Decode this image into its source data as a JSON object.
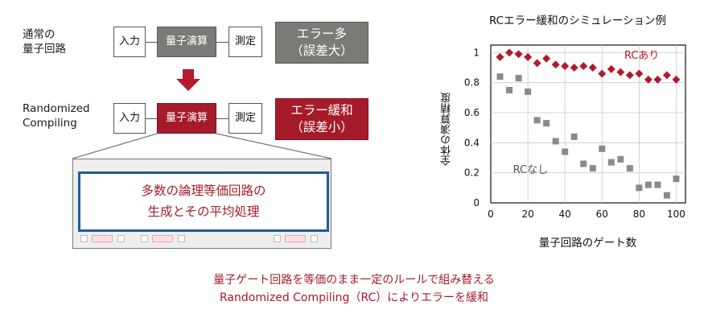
{
  "rows": {
    "normal_label": [
      "通常の",
      "量子回路"
    ],
    "randomized_label": [
      "Randomized",
      "Compiling"
    ]
  },
  "boxes": {
    "input": "入力",
    "compute": "量子演算",
    "measure": "測定",
    "error_many": [
      "エラー多",
      "（誤差大）"
    ],
    "error_mitigated": [
      "エラー緩和",
      "（誤差小）"
    ]
  },
  "zoom_text": [
    "多数の論理等価回路の",
    "生成とその平均処理"
  ],
  "caption": [
    "量子ゲート回路を等価のまま一定のルールで組み替える",
    "Randomized Compiling（RC）によりエラーを緩和"
  ],
  "colors": {
    "red": "#a51b2a",
    "gray": "#7a7a77",
    "blue": "#1f5c9b"
  },
  "chart_data": {
    "type": "scatter",
    "title": "RCエラー緩和のシミュレーション例",
    "xlabel": "量子回路のゲート数",
    "ylabel": "全体の演算精度",
    "xlim": [
      0,
      105
    ],
    "ylim": [
      0,
      1.05
    ],
    "xticks": [
      0,
      20,
      40,
      60,
      80,
      100
    ],
    "yticks": [
      0,
      0.2,
      0.4,
      0.6,
      0.8,
      1
    ],
    "grid": true,
    "series": [
      {
        "name": "RCあり",
        "marker": "diamond",
        "color": "#b5192b",
        "x": [
          5,
          10,
          15,
          20,
          25,
          30,
          35,
          40,
          45,
          50,
          55,
          60,
          65,
          70,
          75,
          80,
          85,
          90,
          95,
          100
        ],
        "y": [
          0.97,
          1.0,
          0.99,
          0.97,
          0.93,
          0.96,
          0.92,
          0.91,
          0.9,
          0.91,
          0.9,
          0.86,
          0.89,
          0.87,
          0.85,
          0.86,
          0.82,
          0.82,
          0.85,
          0.82
        ]
      },
      {
        "name": "RCなし",
        "marker": "square",
        "color": "#8a8a86",
        "x": [
          5,
          10,
          15,
          20,
          25,
          30,
          35,
          40,
          45,
          50,
          55,
          60,
          65,
          70,
          75,
          80,
          85,
          90,
          95,
          100
        ],
        "y": [
          0.84,
          0.75,
          0.83,
          0.74,
          0.55,
          0.53,
          0.41,
          0.34,
          0.44,
          0.26,
          0.23,
          0.36,
          0.27,
          0.29,
          0.23,
          0.1,
          0.12,
          0.12,
          0.05,
          0.16
        ]
      }
    ]
  }
}
